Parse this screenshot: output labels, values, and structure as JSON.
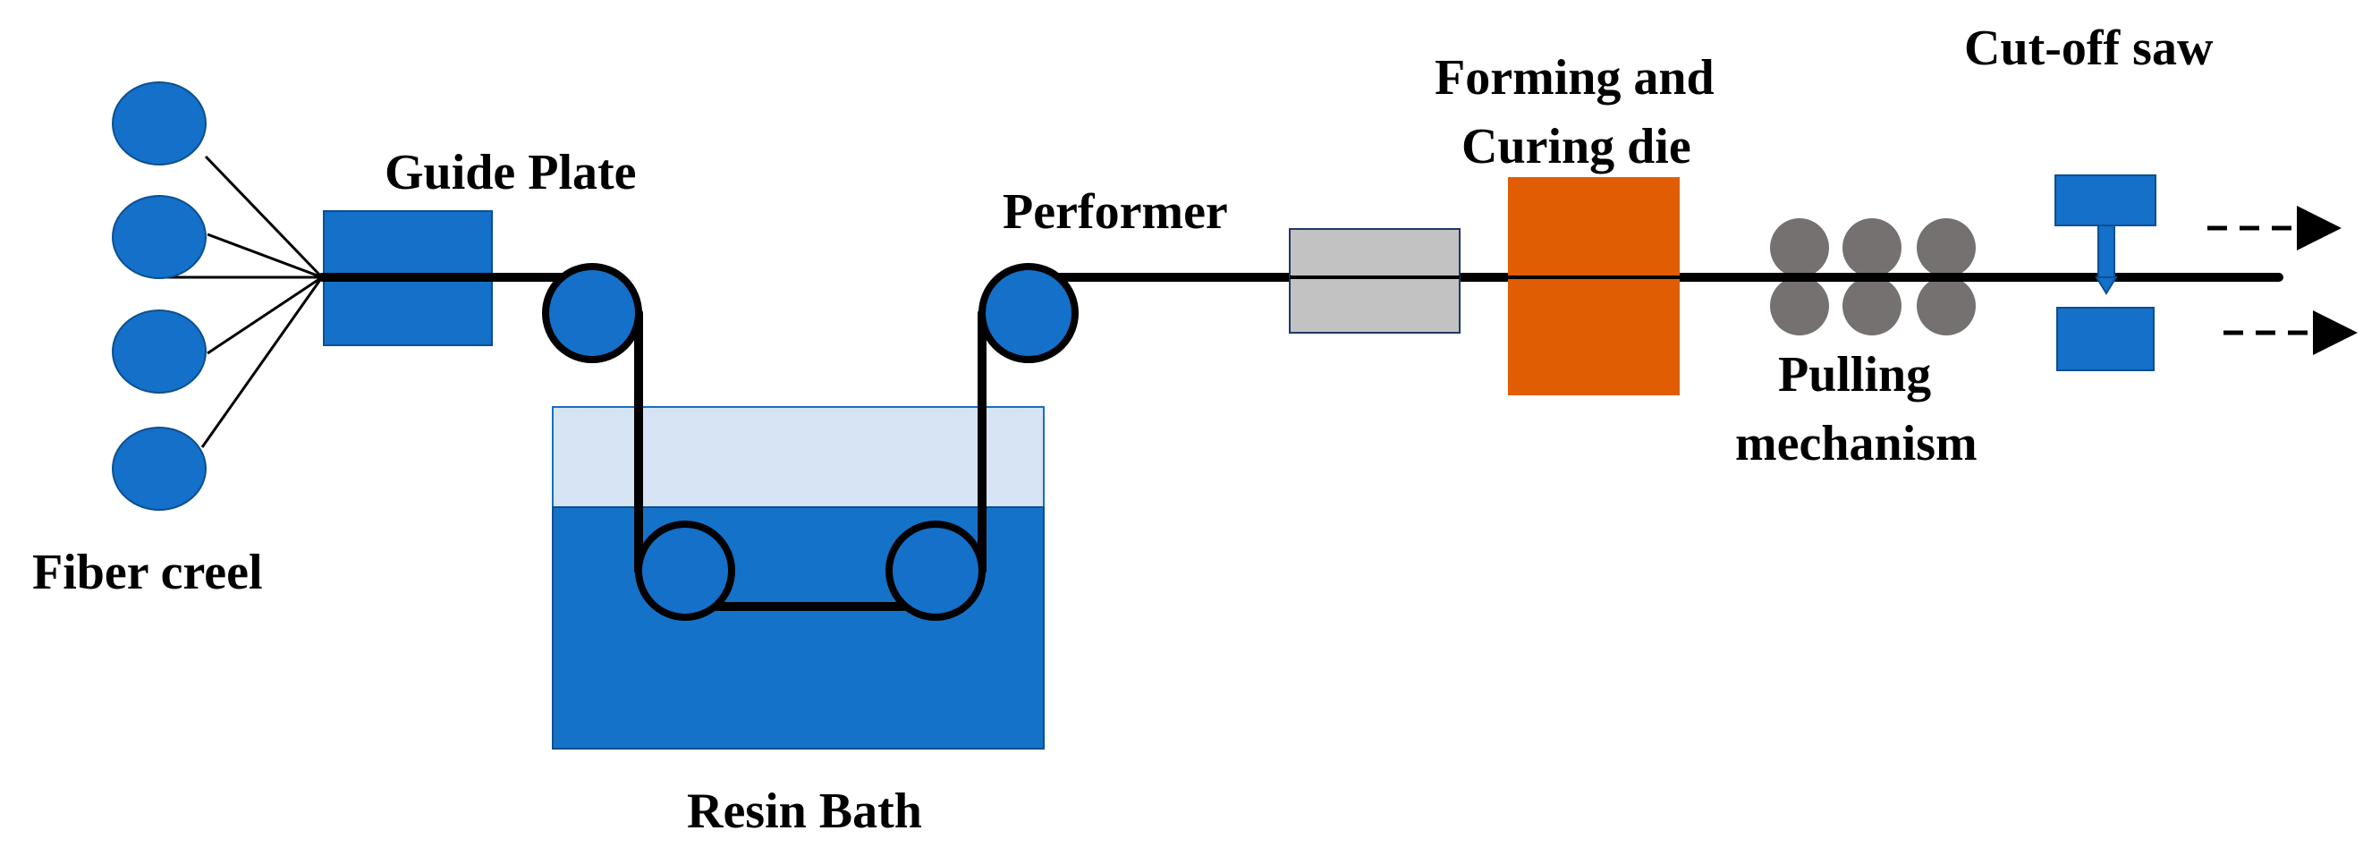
{
  "labels": {
    "fiber_creel": "Fiber creel",
    "guide_plate": "Guide Plate",
    "resin_bath": "Resin Bath",
    "performer": "Performer",
    "forming_die_line1": "Forming and",
    "forming_die_line2": "Curing die",
    "pulling_line1": "Pulling",
    "pulling_line2": "mechanism",
    "cut_off_saw": "Cut-off saw"
  },
  "colors": {
    "process_blue": "#1470c8",
    "bath_liquid": "#1572c9",
    "bath_headspace": "#d6e4f4",
    "preformer_gray": "#c2c2c2",
    "die_orange": "#e15d04",
    "puller_gray": "#757170",
    "line": "#000000"
  }
}
